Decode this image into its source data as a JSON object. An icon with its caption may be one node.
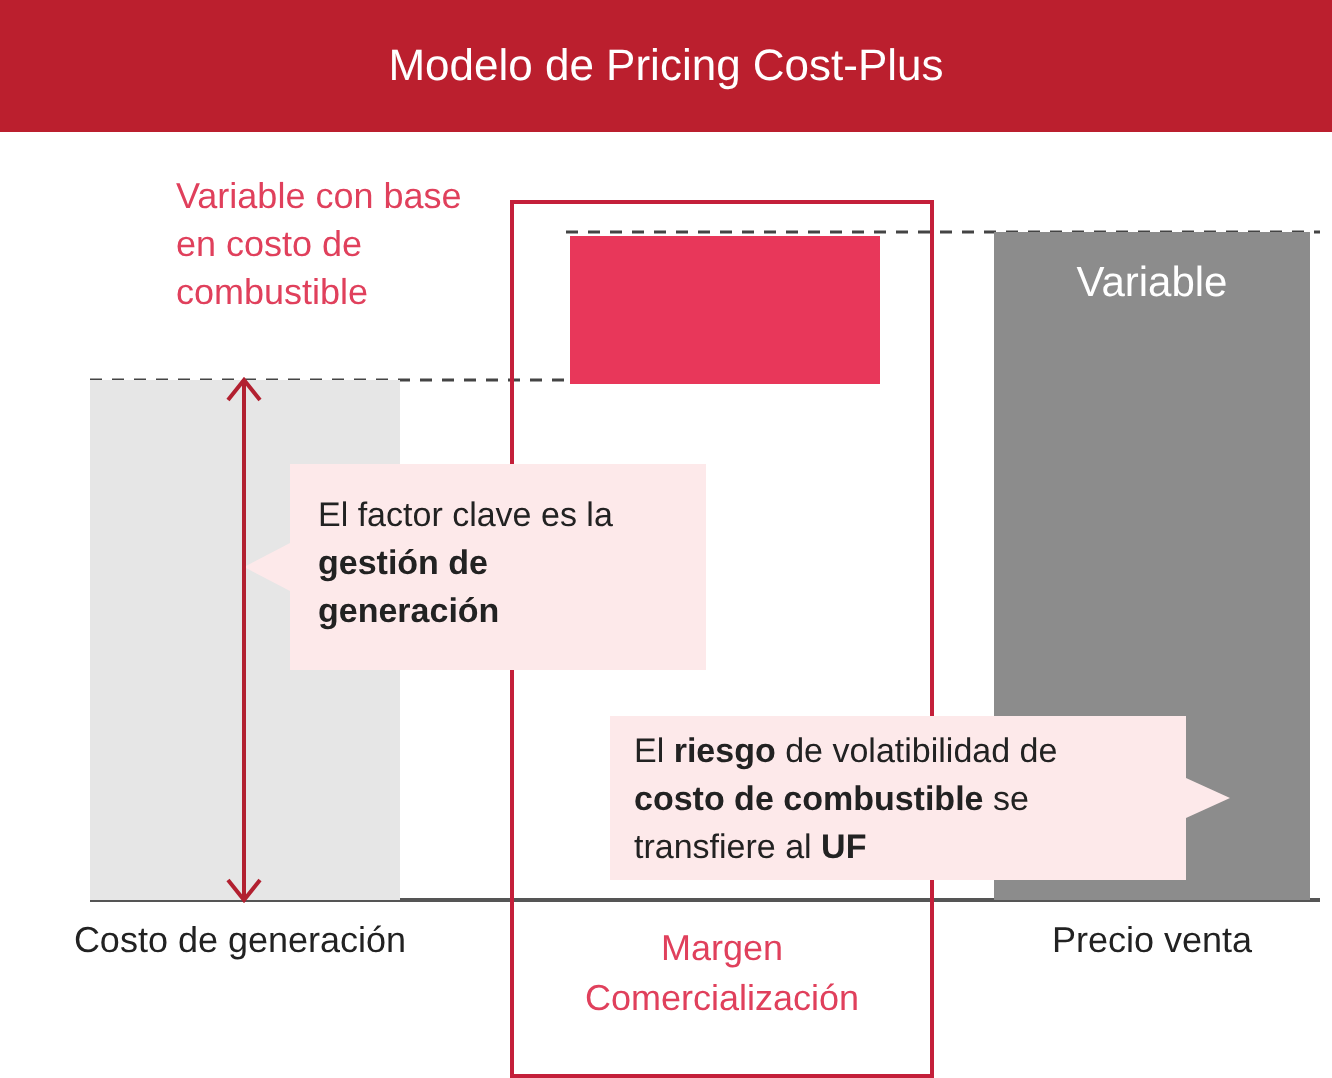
{
  "diagram": {
    "title": "Modelo de Pricing Cost-Plus",
    "nodes": [
      {
        "text": [],
        "shape": "bar",
        "beside": [
          "Costo de generación"
        ]
      },
      {
        "text": [
          "Margen Comercialización"
        ]
      },
      {
        "text": [],
        "shape": "bar",
        "in": 1
      },
      {
        "text": [
          "Variable"
        ],
        "beside": [
          "Precio venta"
        ]
      },
      {
        "text": [
          "El factor clave es la **gestión de generación**"
        ]
      },
      {
        "text": [
          "El **riesgo** de volatibilidad de **costo de combustible** se transfiere al **UF**"
        ]
      }
    ],
    "labels": [
      "Variable con base en costo de combustible"
    ]
  }
}
